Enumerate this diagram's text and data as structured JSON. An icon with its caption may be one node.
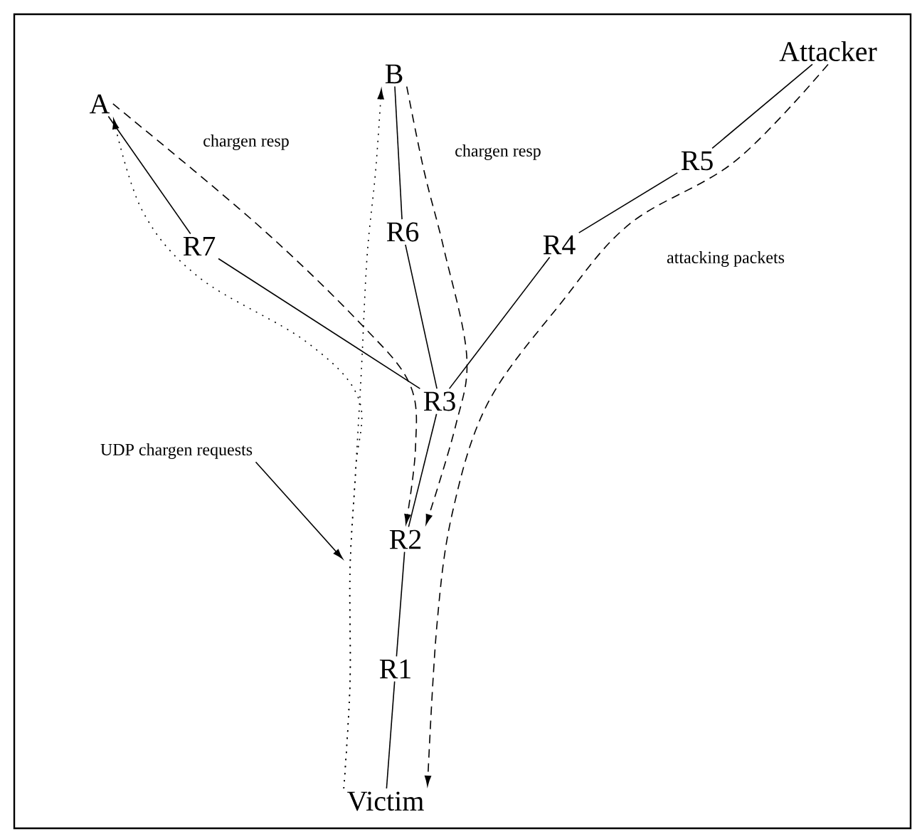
{
  "diagram": {
    "nodes": [
      {
        "text": [
          "A"
        ]
      },
      {
        "text": [
          "B"
        ]
      },
      {
        "text": [
          "Attacker"
        ]
      },
      {
        "text": [
          "R7"
        ]
      },
      {
        "text": [
          "R6"
        ]
      },
      {
        "text": [
          "R5"
        ]
      },
      {
        "text": [
          "R4"
        ]
      },
      {
        "text": [
          "R3"
        ]
      },
      {
        "text": [
          "R2"
        ]
      },
      {
        "text": [
          "R1"
        ]
      },
      {
        "text": [
          "Victim"
        ]
      },
      {
        "text": [
          "UDP chargen requests"
        ]
      }
    ],
    "edges": [
      {
        "from": 0,
        "to": 3,
        "arrow": "none"
      },
      {
        "from": 3,
        "to": 7,
        "arrow": "none"
      },
      {
        "from": 1,
        "to": 4,
        "arrow": "none"
      },
      {
        "from": 4,
        "to": 7,
        "arrow": "none"
      },
      {
        "from": 2,
        "to": 5,
        "arrow": "none"
      },
      {
        "from": 5,
        "to": 6,
        "arrow": "none"
      },
      {
        "from": 6,
        "to": 7,
        "arrow": "none"
      },
      {
        "from": 7,
        "to": 8,
        "arrow": "none"
      },
      {
        "from": 8,
        "to": 9,
        "arrow": "none"
      },
      {
        "from": 9,
        "to": 10,
        "arrow": "none"
      },
      {
        "from": 0,
        "to": 8,
        "arrow": "to",
        "style": "dashed",
        "label": "chargen resp"
      },
      {
        "from": 1,
        "to": 8,
        "arrow": "to",
        "style": "dashed",
        "label": "chargen resp"
      },
      {
        "from": 2,
        "to": 10,
        "arrow": "to",
        "style": "dashed",
        "label": "attacking packets"
      },
      {
        "from": 10,
        "to": 0,
        "arrow": "to",
        "style": "dashed"
      },
      {
        "from": 10,
        "to": 1,
        "arrow": "to",
        "style": "dashed"
      },
      {
        "from": 11,
        "to": null,
        "arrow": "to"
      }
    ]
  }
}
